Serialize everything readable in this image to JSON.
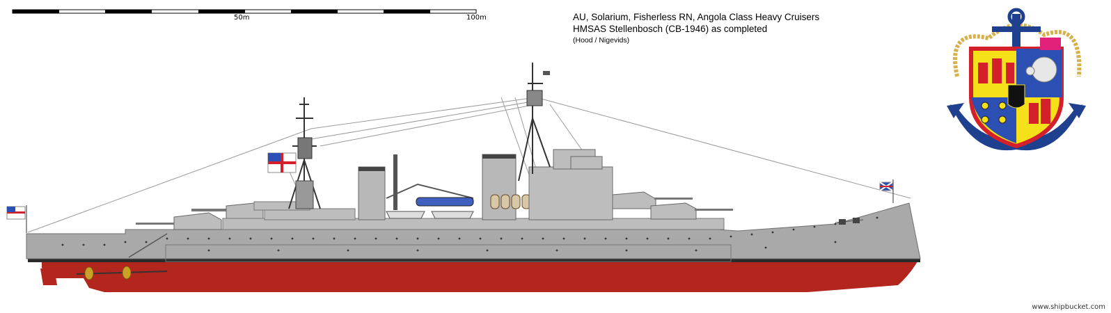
{
  "scale_bar": {
    "label_mid": "50m",
    "label_end": "100m"
  },
  "title": {
    "line1": "AU, Solarium, Fisherless RN, Angola Class Heavy Cruisers",
    "line2": "HMSAS Stellenbosch (CB-1946) as completed",
    "line3": "(Hood / Nigevids)"
  },
  "credit": "www.shipbucket.com",
  "colors": {
    "hull_grey": "#a9a9a9",
    "superstructure_grey": "#bdbdbd",
    "antifouling_red": "#b3261e",
    "boot_topping": "#2a2a2a",
    "brass": "#c9a227",
    "crest_red": "#d4202a",
    "crest_yellow": "#f5e11a",
    "crest_blue": "#2b4fb3",
    "crest_magenta": "#e0207a",
    "anchor_blue": "#1f3f8f"
  }
}
